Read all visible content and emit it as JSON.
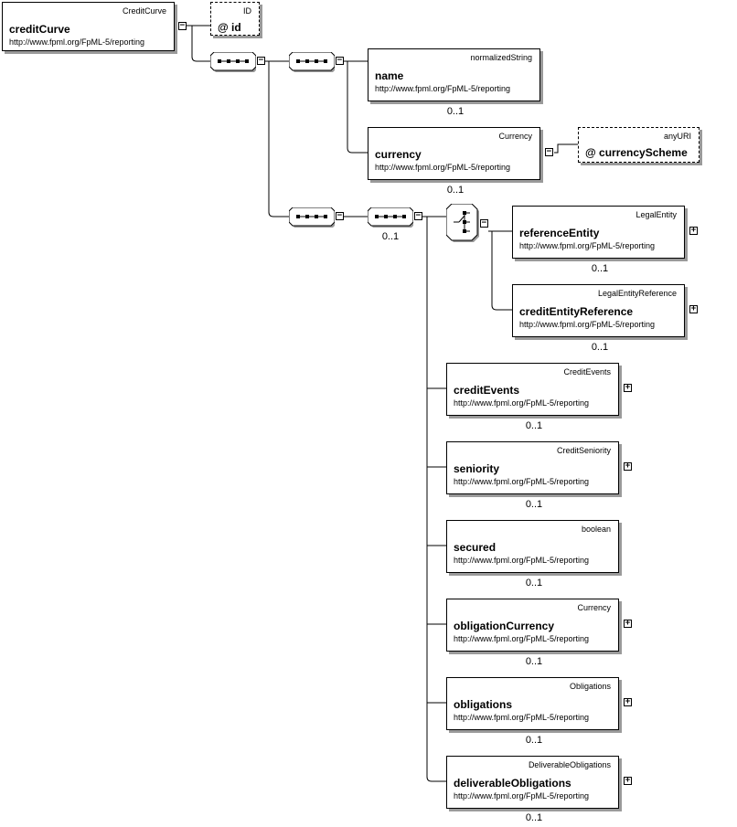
{
  "root": {
    "name": "creditCurve",
    "type": "CreditCurve",
    "namespace": "http://www.fpml.org/FpML-5/reporting"
  },
  "root_attribute": {
    "name": "@ id",
    "type": "ID"
  },
  "name_el": {
    "name": "name",
    "type": "normalizedString",
    "namespace": "http://www.fpml.org/FpML-5/reporting",
    "cardinality": "0..1"
  },
  "currency_el": {
    "name": "currency",
    "type": "Currency",
    "namespace": "http://www.fpml.org/FpML-5/reporting",
    "cardinality": "0..1"
  },
  "currency_attribute": {
    "name": "@ currencyScheme",
    "type": "anyURI"
  },
  "inner_sequence": {
    "cardinality": "0..1"
  },
  "reference_entity": {
    "name": "referenceEntity",
    "type": "LegalEntity",
    "namespace": "http://www.fpml.org/FpML-5/reporting",
    "cardinality": "0..1"
  },
  "credit_entity_reference": {
    "name": "creditEntityReference",
    "type": "LegalEntityReference",
    "namespace": "http://www.fpml.org/FpML-5/reporting",
    "cardinality": "0..1"
  },
  "credit_events": {
    "name": "creditEvents",
    "type": "CreditEvents",
    "namespace": "http://www.fpml.org/FpML-5/reporting",
    "cardinality": "0..1"
  },
  "seniority": {
    "name": "seniority",
    "type": "CreditSeniority",
    "namespace": "http://www.fpml.org/FpML-5/reporting",
    "cardinality": "0..1"
  },
  "secured": {
    "name": "secured",
    "type": "boolean",
    "namespace": "http://www.fpml.org/FpML-5/reporting",
    "cardinality": "0..1"
  },
  "obligation_currency": {
    "name": "obligationCurrency",
    "type": "Currency",
    "namespace": "http://www.fpml.org/FpML-5/reporting",
    "cardinality": "0..1"
  },
  "obligations": {
    "name": "obligations",
    "type": "Obligations",
    "namespace": "http://www.fpml.org/FpML-5/reporting",
    "cardinality": "0..1"
  },
  "deliverable_obligations": {
    "name": "deliverableObligations",
    "type": "DeliverableObligations",
    "namespace": "http://www.fpml.org/FpML-5/reporting",
    "cardinality": "0..1"
  },
  "toggles": {
    "collapse": "−",
    "expand": "+"
  }
}
